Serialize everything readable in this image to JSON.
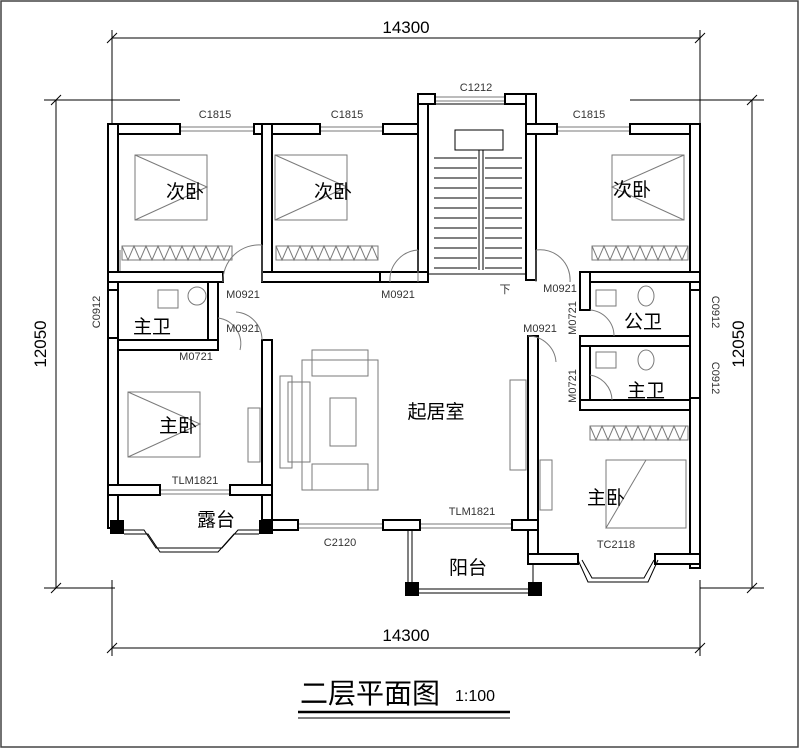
{
  "dimensions": {
    "top": "14300",
    "bottom": "14300",
    "left": "12050",
    "right": "12050"
  },
  "codes": {
    "c1212": "C1212",
    "c1815_a": "C1815",
    "c1815_b": "C1815",
    "c1815_c": "C1815",
    "m0921_a": "M0921",
    "m0921_b": "M0921",
    "m0921_c": "M0921",
    "m0921_d": "M0921",
    "m0921_e": "M0921",
    "c0912_a": "C0912",
    "c0912_b": "C0912",
    "c0912_c": "C0912",
    "m0721_a": "M0721",
    "m0721_b": "M0721",
    "m0721_c": "M0721",
    "tlm1821_a": "TLM1821",
    "tlm1821_b": "TLM1821",
    "c2120": "C2120",
    "tc2118": "TC2118",
    "stair_down": "下"
  },
  "rooms": {
    "bedroom_2a": "次卧",
    "bedroom_2b": "次卧",
    "bedroom_2c": "次卧",
    "bath_master_a": "主卫",
    "bath_public": "公卫",
    "bath_master_b": "主卫",
    "master_a": "主卧",
    "master_b": "主卧",
    "living": "起居室",
    "terrace": "露台",
    "balcony": "阳台"
  },
  "title": {
    "name": "二层平面图",
    "scale": "1:100"
  }
}
